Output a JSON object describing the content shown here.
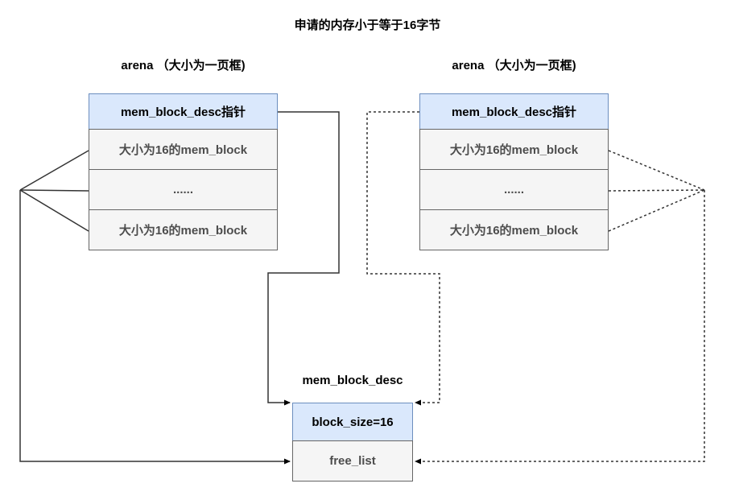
{
  "title": "申请的内存小于等于16字节",
  "left_arena": {
    "label": "arena （大小为一页框)",
    "header": "mem_block_desc指针",
    "rows": [
      "大小为16的mem_block",
      "......",
      "大小为16的mem_block"
    ]
  },
  "right_arena": {
    "label": "arena （大小为一页框)",
    "header": "mem_block_desc指针",
    "rows": [
      "大小为16的mem_block",
      "......",
      "大小为16的mem_block"
    ]
  },
  "mem_block_desc": {
    "label": "mem_block_desc",
    "block_size_row": "block_size=16",
    "free_list_row": "free_list"
  },
  "colors": {
    "header_fill": "#dae8fc",
    "header_border": "#6c8ebf",
    "row_fill": "#f5f5f5",
    "row_border": "#666666",
    "row_text": "#4d4d4d",
    "line": "#333333",
    "background": "#ffffff"
  }
}
